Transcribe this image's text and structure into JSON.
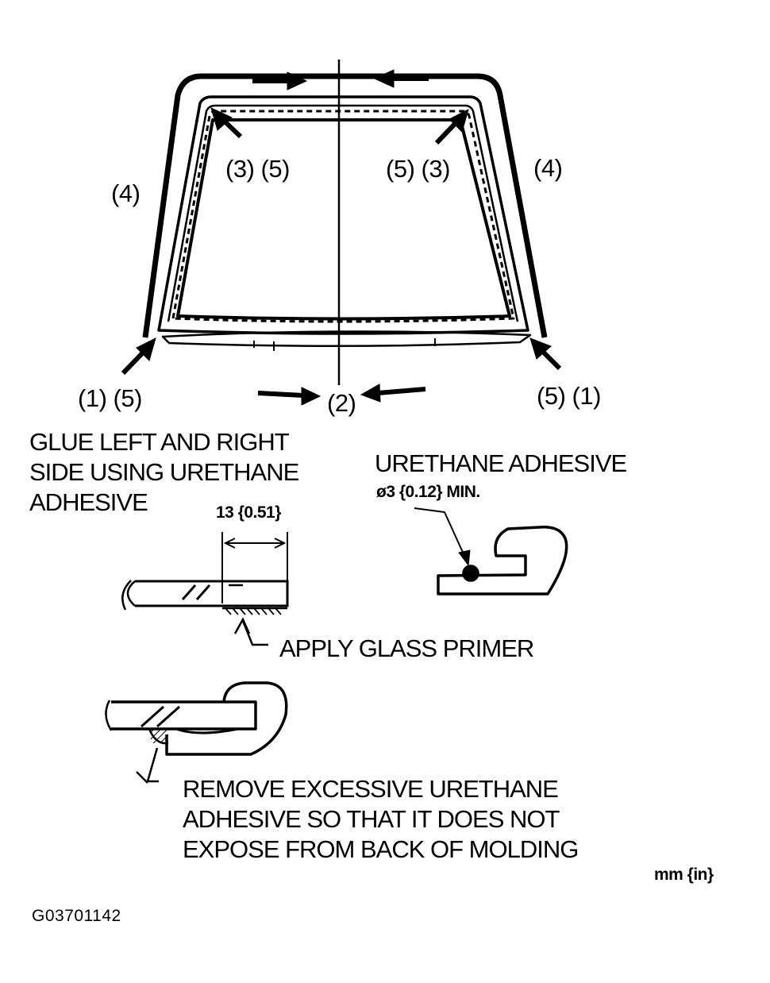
{
  "diagram": {
    "callouts": {
      "top_left": "(3) (5)",
      "top_right": "(5) (3)",
      "side_left": "(4)",
      "side_right": "(4)",
      "bottom_left": "(1) (5)",
      "bottom_center": "(2)",
      "bottom_right": "(5) (1)"
    },
    "notes": {
      "glue_line1": "GLUE LEFT AND RIGHT",
      "glue_line2": "SIDE USING URETHANE",
      "glue_line3": "ADHESIVE",
      "width_dimension": "13 {0.51}",
      "adhesive_label": "URETHANE ADHESIVE",
      "bead_spec": "ø3 {0.12} MIN.",
      "primer": "APPLY GLASS PRIMER",
      "remove_line1": "REMOVE EXCESSIVE URETHANE",
      "remove_line2": "ADHESIVE SO THAT IT DOES NOT",
      "remove_line3": "EXPOSE FROM BACK OF MOLDING"
    },
    "units": "mm {in}",
    "figure_code": "G03701142"
  }
}
